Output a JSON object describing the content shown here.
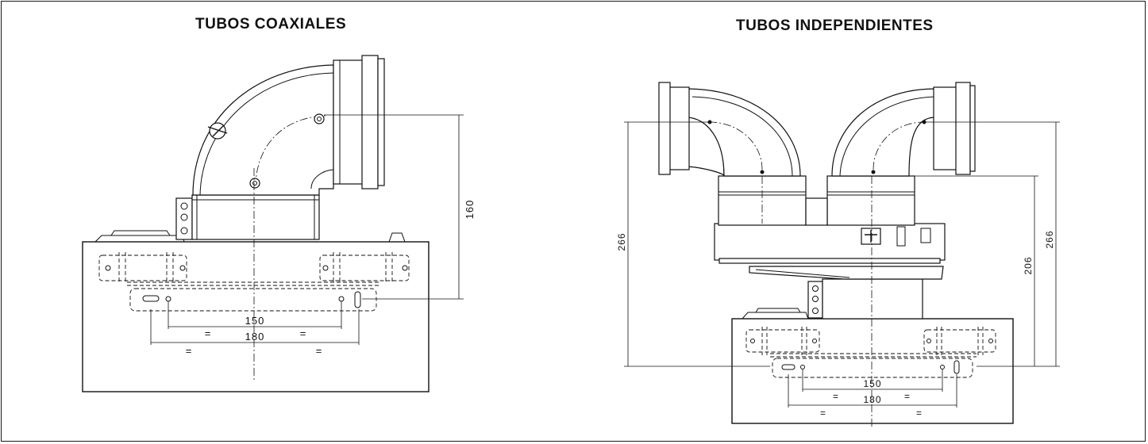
{
  "titles": {
    "coaxial": "TUBOS COAXIALES",
    "independent": "TUBOS INDEPENDIENTES"
  },
  "coaxial_dims": {
    "height": "160",
    "inner_width": "150",
    "outer_width": "180",
    "equal": "="
  },
  "independent_dims": {
    "left_height": "266",
    "mid_height": "206",
    "right_height": "266",
    "inner_width": "150",
    "outer_width": "180",
    "equal": "="
  }
}
